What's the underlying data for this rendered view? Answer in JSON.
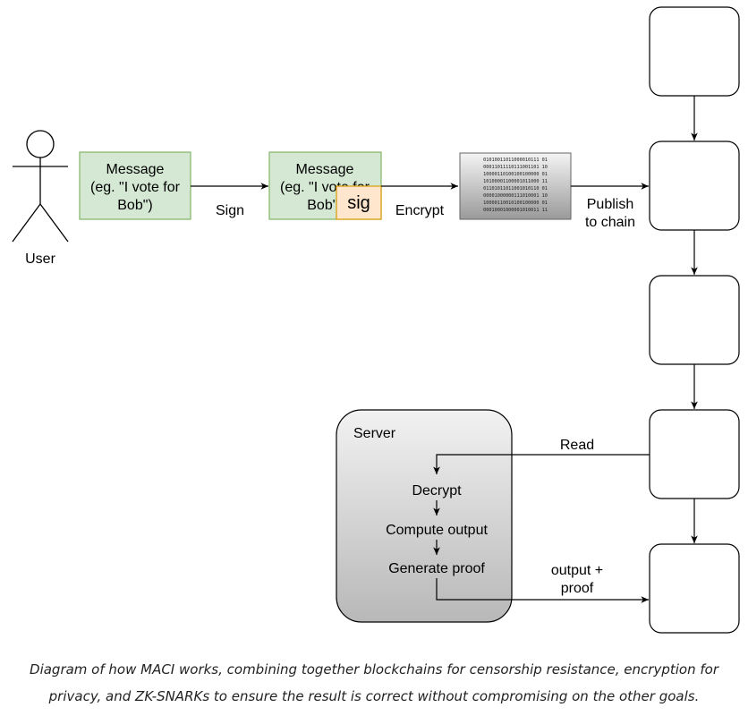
{
  "actor": {
    "label": "User"
  },
  "message_box": {
    "lines": [
      "Message",
      "(eg. \"I vote for",
      "Bob\")"
    ]
  },
  "signed_message_box": {
    "lines": [
      "Message",
      "(eg. \"I vote for",
      "Bob\")"
    ],
    "sig_label": "sig"
  },
  "edges": {
    "sign": "Sign",
    "encrypt": "Encrypt",
    "publish": [
      "Publish",
      "to chain"
    ],
    "read": "Read",
    "output_proof": [
      "output +",
      "proof"
    ]
  },
  "ciphertext": {
    "lines": [
      "01010011011000010111 01",
      "00011011110111001101 10",
      "10000110100100100000 01",
      "10100001100001011000 11",
      "01101011011001010110 01",
      "00001000000111010001 10",
      "10000110010100100000 01",
      "00010001000001010011 11"
    ]
  },
  "server": {
    "title": "Server",
    "steps": [
      "Decrypt",
      "Compute output",
      "Generate proof"
    ]
  },
  "chain": {
    "block_count": 5
  },
  "caption": "Diagram of how MACI works, combining together blockchains for censorship resistance, encryption for privacy, and ZK-SNARKs to ensure the result is correct without compromising on the other goals.",
  "colors": {
    "message_fill": "#d5e8d4",
    "message_stroke": "#82b366",
    "sig_fill": "#ffe6cc",
    "sig_stroke": "#d79b00",
    "server_fill_top": "#f2f2f2",
    "server_fill_bottom": "#b8b8b8",
    "stroke": "#000000"
  }
}
